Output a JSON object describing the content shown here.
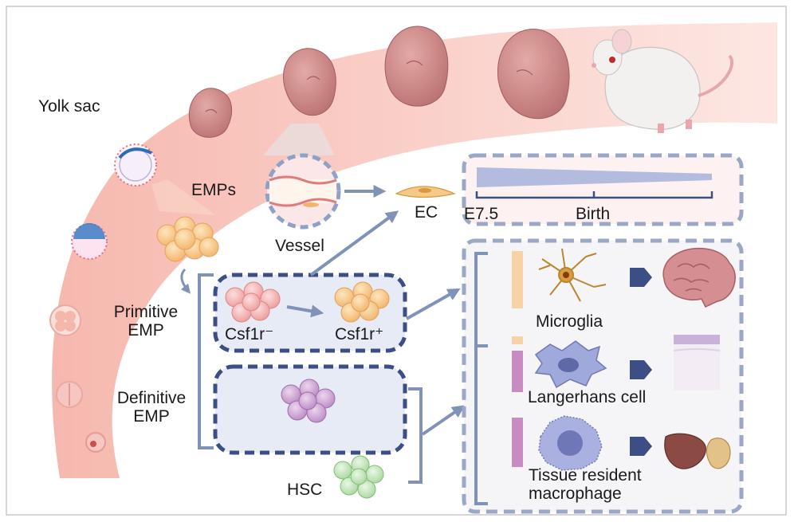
{
  "labels": {
    "yolk_sac": "Yolk sac",
    "emps": "EMPs",
    "vessel": "Vessel",
    "ec": "EC",
    "e75": "E7.5",
    "birth": "Birth",
    "primitive_emp_line1": "Primitive",
    "primitive_emp_line2": "EMP",
    "definitive_emp_line1": "Definitive",
    "definitive_emp_line2": "EMP",
    "csf1r_minus": "Csf1r⁻",
    "csf1r_plus": "Csf1r⁺",
    "hsc": "HSC",
    "microglia": "Microglia",
    "langerhans": "Langerhans cell",
    "tissue_line1": "Tissue resident",
    "tissue_line2": "macrophage"
  },
  "colors": {
    "yolk_band": "#f7c9c2",
    "embryo": "#c98584",
    "mouse": "#f3f1ef",
    "dash_box": "#9aa8c6",
    "arrow": "#7f93b8",
    "primitive_cell": "#f4a8a8",
    "csf1r_plus_cell": "#f5c27c",
    "definitive_cell": "#c49acb",
    "hsc_cell": "#b9e2b1",
    "microglia_bar": "#f6d2a6",
    "langerhans_bar": "#c98cc2",
    "tissue_bar": "#c98cc2"
  },
  "icons": [
    "embryo-icon",
    "mouse-icon",
    "blastocyst-icon",
    "vessel-icon",
    "endothelial-cell-icon",
    "microglia-cell-icon",
    "brain-icon",
    "langerhans-cell-icon",
    "skin-icon",
    "macrophage-icon",
    "liver-icon"
  ]
}
